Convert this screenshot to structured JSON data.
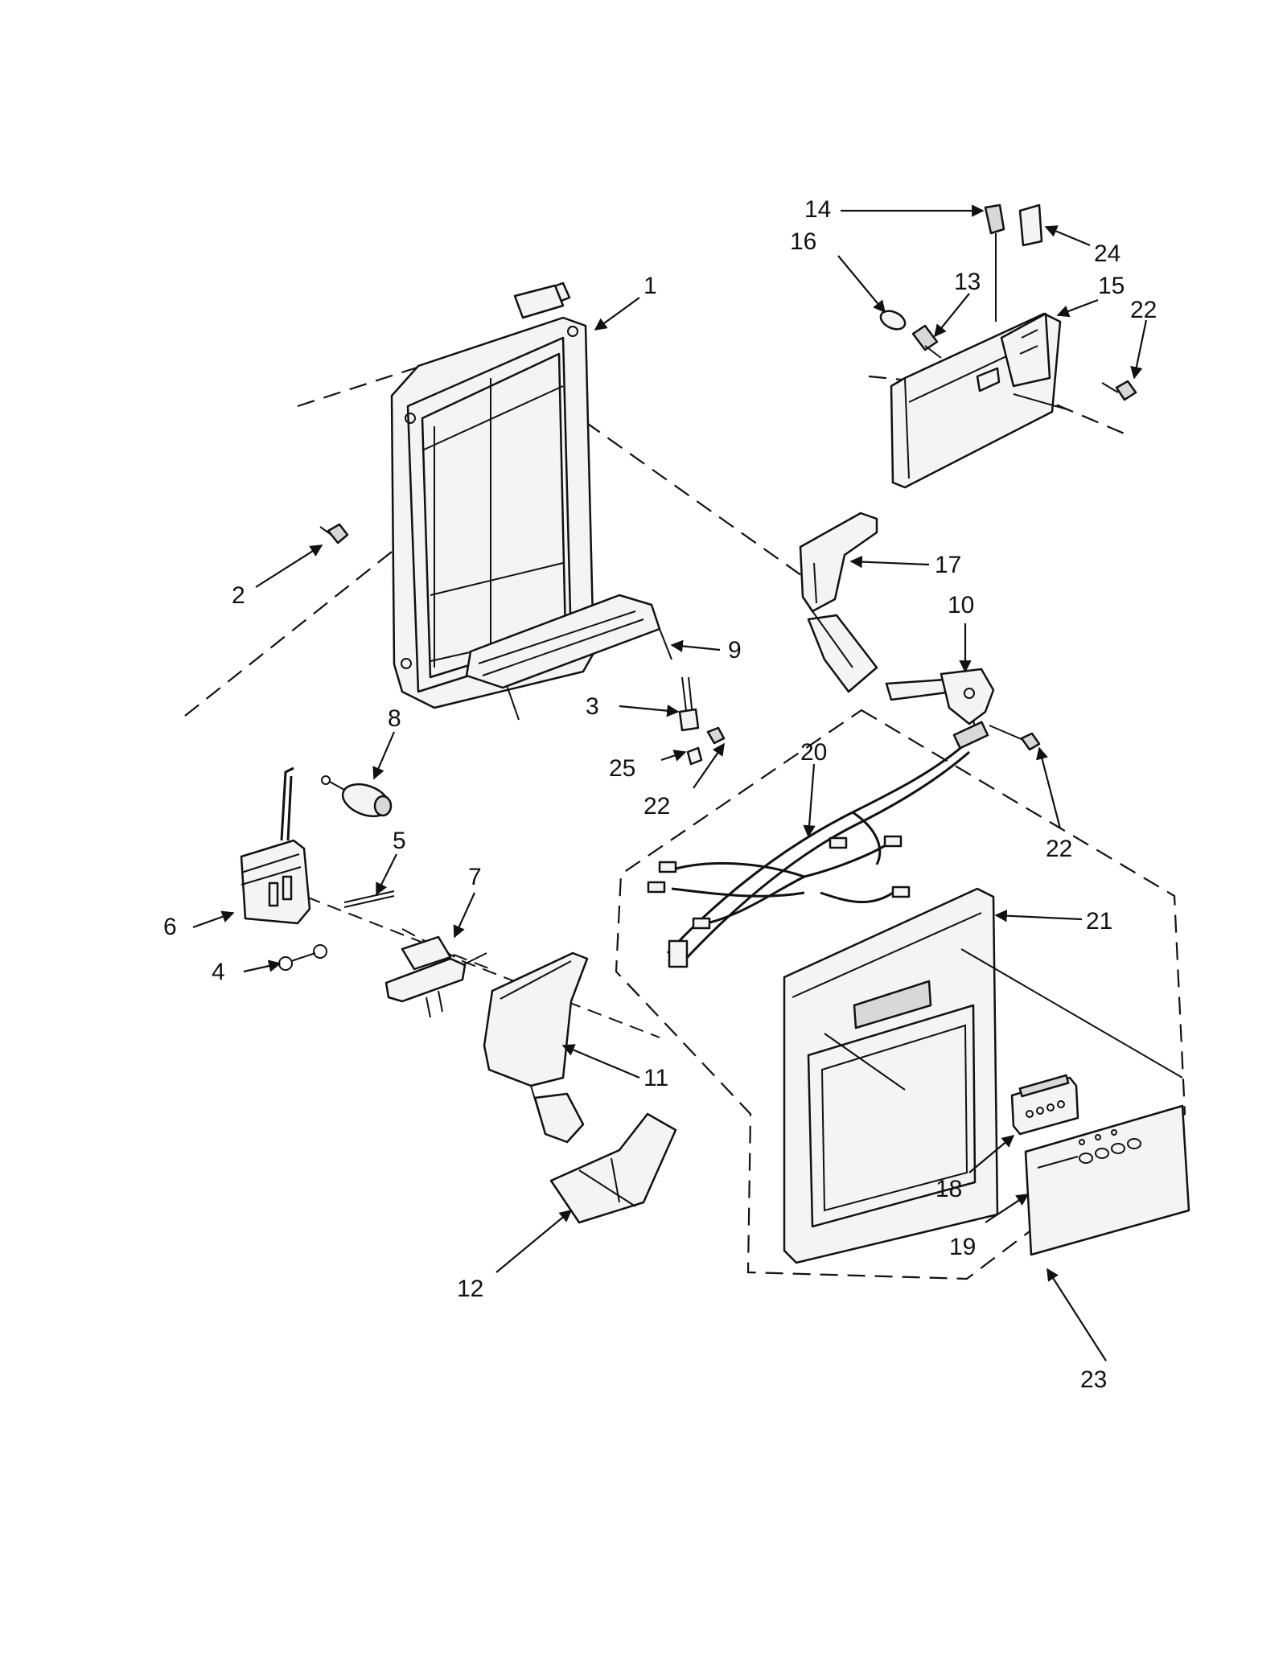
{
  "callouts": {
    "c1": "1",
    "c2": "2",
    "c3": "3",
    "c4": "4",
    "c5": "5",
    "c6": "6",
    "c7": "7",
    "c8": "8",
    "c9": "9",
    "c10": "10",
    "c11": "11",
    "c12": "12",
    "c13": "13",
    "c14": "14",
    "c15": "15",
    "c16": "16",
    "c17": "17",
    "c18": "18",
    "c19": "19",
    "c20": "20",
    "c21": "21",
    "c22a": "22",
    "c22b": "22",
    "c22c": "22",
    "c23": "23",
    "c24": "24",
    "c25": "25"
  }
}
